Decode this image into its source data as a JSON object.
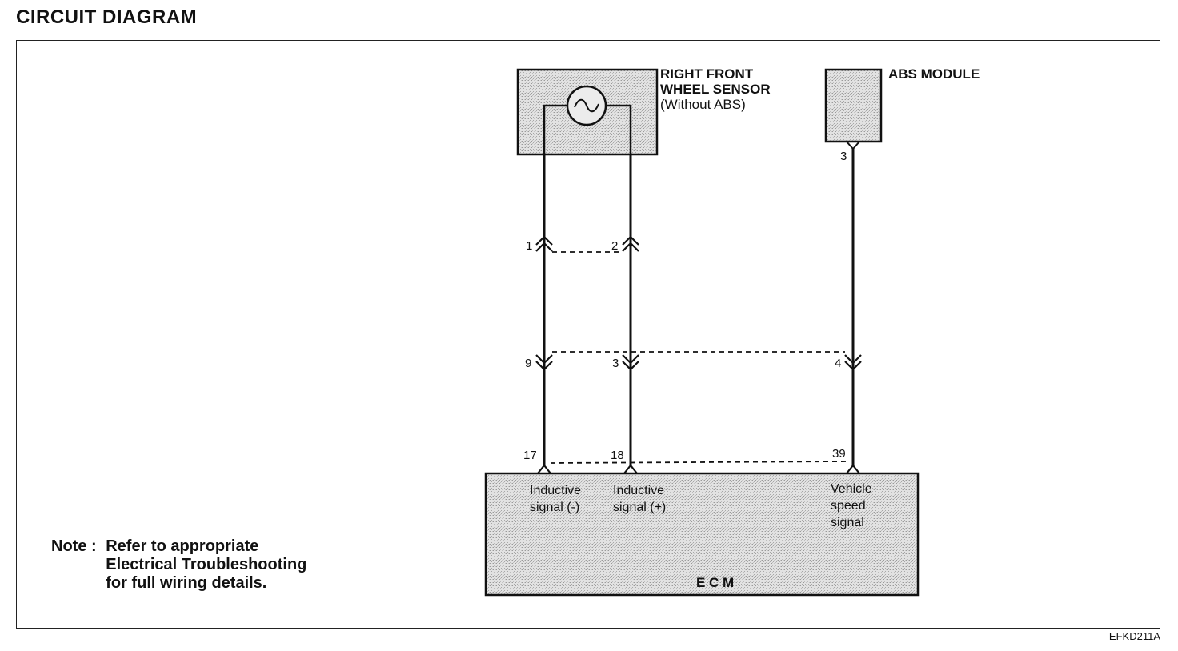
{
  "title": "CIRCUIT DIAGRAM",
  "figure_code": "EFKD211A",
  "note": {
    "prefix": "Note :",
    "lines": [
      "Refer to appropriate",
      "Electrical Troubleshooting",
      "for full wiring details."
    ]
  },
  "components": {
    "wheel_sensor": {
      "name_line1": "RIGHT FRONT",
      "name_line2": "WHEEL SENSOR",
      "name_line3": "(Without ABS)"
    },
    "abs_module": {
      "name": "ABS MODULE",
      "pin": "3"
    },
    "ecm": {
      "name": "E C M",
      "inputs": [
        {
          "pin": "17",
          "line1": "Inductive",
          "line2": "signal (-)",
          "line3": ""
        },
        {
          "pin": "18",
          "line1": "Inductive",
          "line2": "signal (+)",
          "line3": ""
        },
        {
          "pin": "39",
          "line1": "Vehicle",
          "line2": "speed",
          "line3": "signal"
        }
      ]
    }
  },
  "connectors": {
    "upper": [
      "1",
      "2"
    ],
    "lower": [
      "9",
      "3",
      "4"
    ]
  },
  "colors": {
    "line": "#111111",
    "fill_shade": "#d4d4d4"
  }
}
